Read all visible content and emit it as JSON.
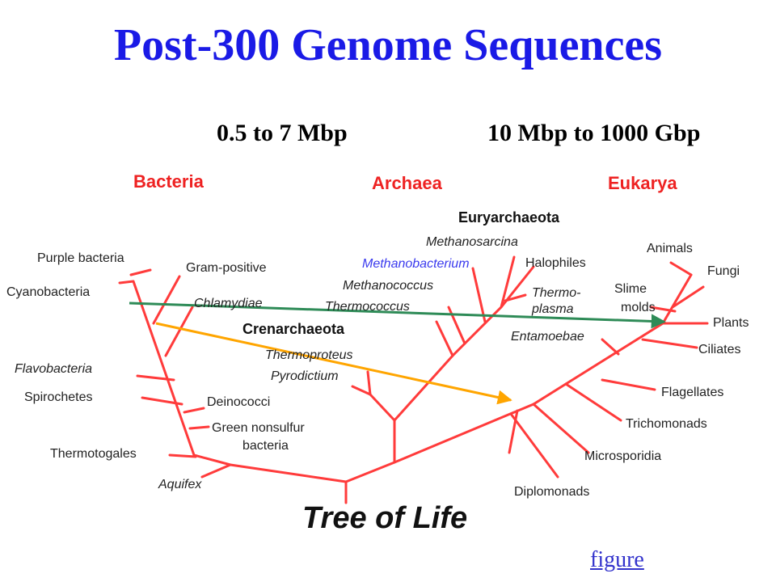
{
  "slide": {
    "title": "Post-300 Genome Sequences",
    "range_left": "0.5 to 7 Mbp",
    "range_right": "10 Mbp to 1000 Gbp",
    "link": "figure"
  },
  "tree": {
    "caption": "Tree of Life",
    "domains": {
      "bacteria": "Bacteria",
      "archaea": "Archaea",
      "eukarya": "Eukarya"
    },
    "groups": {
      "euryarchaeota": "Euryarchaeota",
      "crenarchaeota": "Crenarchaeota"
    },
    "bacteria_taxa": {
      "purple": "Purple bacteria",
      "gram": "Gram-positive",
      "cyano": "Cyanobacteria",
      "chlamydiae": "Chlamydiae",
      "flavo": "Flavobacteria",
      "spiro": "Spirochetes",
      "deino": "Deinococci",
      "green_nonsulfur_1": "Green nonsulfur",
      "green_nonsulfur_2": "bacteria",
      "thermotogales": "Thermotogales",
      "aquifex": "Aquifex"
    },
    "archaea_taxa": {
      "methanosarcina": "Methanosarcina",
      "methanobacterium": "Methanobacterium",
      "halophiles": "Halophiles",
      "methanococcus": "Methanococcus",
      "thermoplasma_1": "Thermo-",
      "thermoplasma_2": "plasma",
      "thermococcus": "Thermococcus",
      "thermoproteus": "Thermoproteus",
      "pyrodictium": "Pyrodictium"
    },
    "eukarya_taxa": {
      "animals": "Animals",
      "fungi": "Fungi",
      "slime_1": "Slime",
      "slime_2": "molds",
      "plants": "Plants",
      "entamoebae": "Entamoebae",
      "ciliates": "Ciliates",
      "flagellates": "Flagellates",
      "trichomonads": "Trichomonads",
      "microsporidia": "Microsporidia",
      "diplomonads": "Diplomonads"
    }
  },
  "colors": {
    "title": "#1a1ae6",
    "branch": "#ff3b3b",
    "domain_label": "#ee2222",
    "highlight_taxon": "#3a3aee",
    "arrow_green": "#2e8b57",
    "arrow_orange": "#ffa500"
  }
}
